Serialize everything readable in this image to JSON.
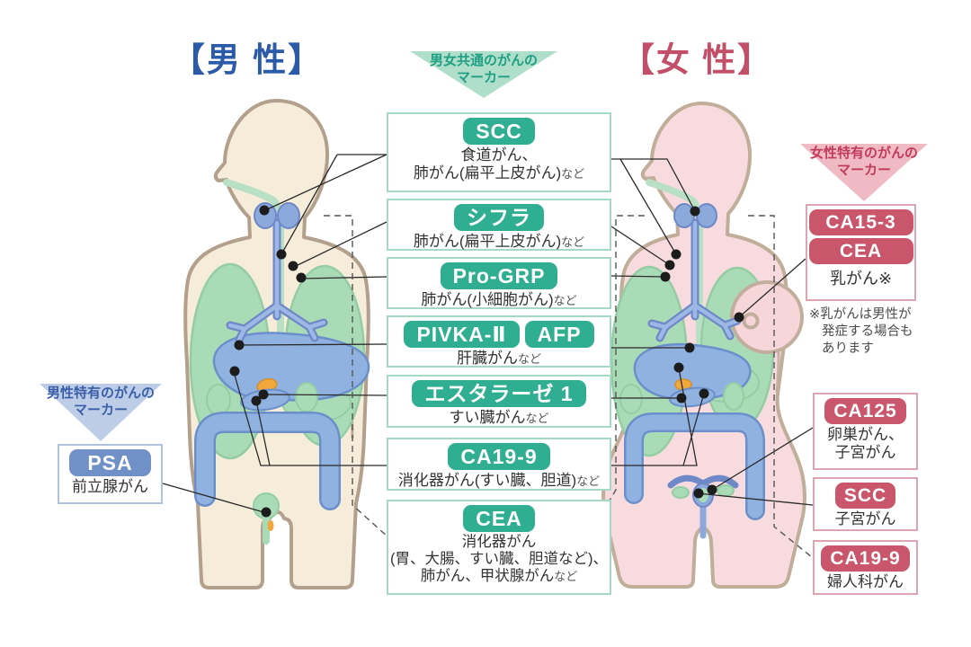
{
  "titles": {
    "male": "【男 性】",
    "female": "【女 性】"
  },
  "banners": {
    "common": {
      "lines": [
        "男女共通のがんの",
        "マーカー"
      ]
    },
    "male": {
      "lines": [
        "男性特有のがんの",
        "マーカー"
      ]
    },
    "female": {
      "lines": [
        "女性特有のがんの",
        "マーカー"
      ]
    }
  },
  "common_markers": {
    "scc": {
      "pill": "SCC",
      "desc": [
        {
          "t": "食道がん、",
          "s": ""
        },
        {
          "t": "肺がん(扁平上皮がん)",
          "s": "など"
        }
      ]
    },
    "cyfra": {
      "pill": "シフラ",
      "desc": [
        {
          "t": "肺がん(扁平上皮がん)",
          "s": "など"
        }
      ]
    },
    "progrp": {
      "pill": "Pro-GRP",
      "desc": [
        {
          "t": "肺がん(小細胞がん)",
          "s": "など"
        }
      ]
    },
    "pivka": {
      "pills": [
        "PIVKA-Ⅱ",
        "AFP"
      ],
      "desc": [
        {
          "t": "肝臓がん",
          "s": "など"
        }
      ]
    },
    "esterase": {
      "pill": "エスタラーゼ 1",
      "desc": [
        {
          "t": "すい臓がん",
          "s": "など"
        }
      ]
    },
    "ca19_9": {
      "pill": "CA19-9",
      "desc": [
        {
          "t": "消化器がん(すい臓、胆道)",
          "s": "など"
        }
      ]
    },
    "cea": {
      "pill": "CEA",
      "desc": [
        {
          "t": "消化器がん",
          "s": ""
        },
        {
          "t": "(胃、大腸、すい臓、胆道など)、",
          "s": ""
        },
        {
          "t": "肺がん、甲状腺がん",
          "s": "など"
        }
      ]
    }
  },
  "male_markers": {
    "psa": {
      "pill": "PSA",
      "desc": [
        {
          "t": "前立腺がん",
          "s": ""
        }
      ]
    }
  },
  "female_markers": {
    "breast": {
      "pills": [
        "CA15-3",
        "CEA"
      ],
      "desc": [
        {
          "t": "乳がん※",
          "s": ""
        }
      ]
    },
    "note": {
      "lines": [
        "※乳がんは男性が",
        "発症する場合も",
        "あります"
      ]
    },
    "ca125": {
      "pill": "CA125",
      "desc": [
        {
          "t": "卵巣がん、",
          "s": ""
        },
        {
          "t": "子宮がん",
          "s": ""
        }
      ]
    },
    "scc": {
      "pill": "SCC",
      "desc": [
        {
          "t": "子宮がん",
          "s": ""
        }
      ]
    },
    "ca19_9": {
      "pill": "CA19-9",
      "desc": [
        {
          "t": "婦人科がん",
          "s": ""
        }
      ]
    }
  },
  "colors": {
    "green_pill": "#2fae91",
    "green_border": "#a7d7c5",
    "red_pill": "#c9566b",
    "red_border": "#dca5b1",
    "blue_pill": "#7090c8",
    "blue_border": "#b0c3de",
    "male_title": "#2b5aa8",
    "female_title": "#c24e68",
    "male_body": "#f5ecd9",
    "female_body": "#f8dbde",
    "organ_green": "#a9dcb6",
    "organ_blue": "#8fb2e0",
    "connector_line": "#2a2a2a"
  }
}
